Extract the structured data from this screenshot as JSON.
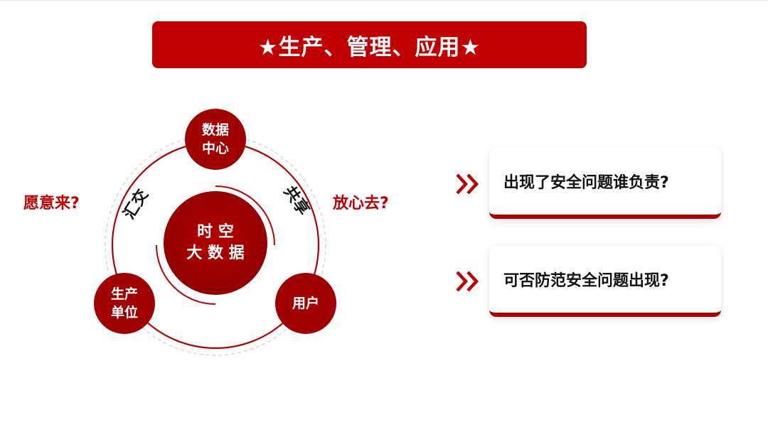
{
  "title": "★生产、管理、应用★",
  "diagram": {
    "center": {
      "line1": "时 空",
      "line2": "大 数 据"
    },
    "nodes": {
      "data_center": {
        "line1": "数据",
        "line2": "中心"
      },
      "producer": {
        "line1": "生产",
        "line2": "单位"
      },
      "user": {
        "line1": "用户"
      }
    },
    "arc_labels": {
      "gather": "汇交",
      "share": "共享"
    }
  },
  "side_questions": {
    "left": "愿意来?",
    "right": "放心去?"
  },
  "cards": [
    {
      "text": "出现了安全问题谁负责?"
    },
    {
      "text": "可否防范安全问题出现?"
    }
  ],
  "colors": {
    "primary": "#c00000",
    "dark_red": "#a80000"
  }
}
